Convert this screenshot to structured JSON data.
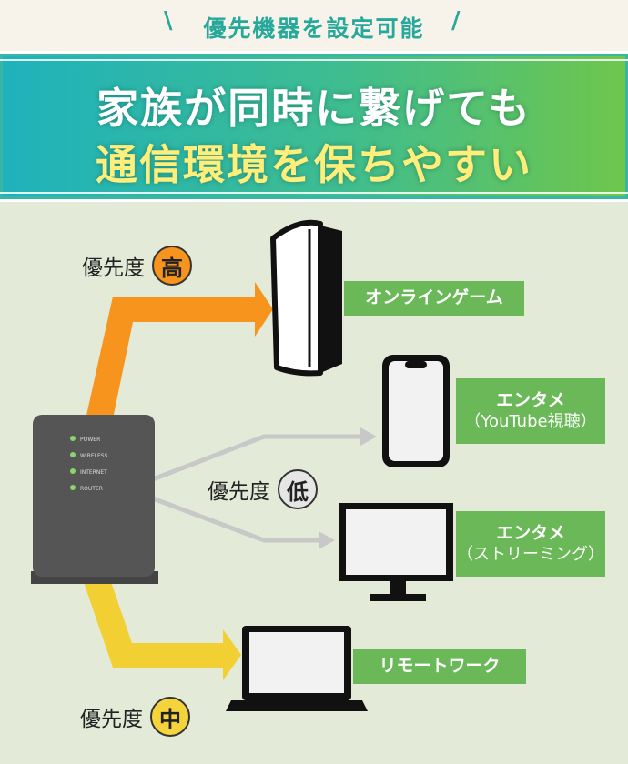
{
  "header": {
    "subtitle": "優先機器を設定可能",
    "title_line1": "家族が同時に繋げても",
    "title_line2": "通信環境を保ちやすい"
  },
  "priorities": {
    "prefix": "優先度",
    "high": "高",
    "low": "低",
    "mid": "中"
  },
  "devices": {
    "game": "オンラインゲーム",
    "phone_line1": "エンタメ",
    "phone_line2": "（YouTube視聴）",
    "monitor_line1": "エンタメ",
    "monitor_line2": "（ストリーミング）",
    "laptop": "リモートワーク"
  },
  "router": {
    "leds": [
      "POWER",
      "WIRELESS",
      "INTERNET",
      "ROUTER"
    ]
  },
  "colors": {
    "high_arrow": "#f7941d",
    "mid_arrow": "#f2cf32",
    "low_arrow": "#c8c8c8",
    "label_green": "#6ab857",
    "high_badge": "#f7941d",
    "low_badge": "#e6e6e6",
    "mid_badge": "#f5d33a"
  }
}
